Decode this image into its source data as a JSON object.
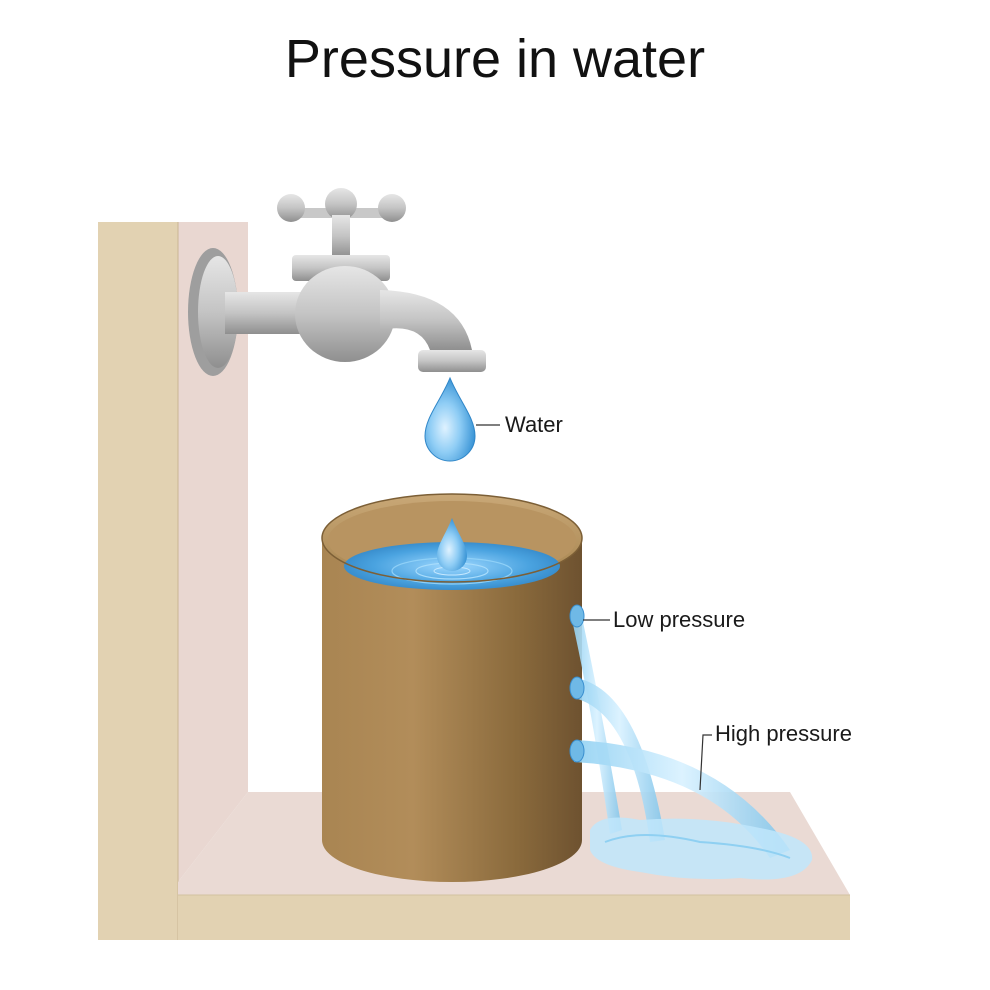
{
  "title": "Pressure in water",
  "labels": {
    "water": "Water",
    "low_pressure": "Low pressure",
    "high_pressure": "High pressure"
  },
  "colors": {
    "wall_front": "#e2d2b2",
    "wall_side": "#e8d6d0",
    "shelf_top": "#e9d8d2",
    "shelf_front": "#e3d3b3",
    "can_body": "#9b7a4a",
    "water": "#4aa3e0",
    "faucet": "#b8b8b8"
  },
  "icons": [
    "faucet-icon",
    "water-drop-icon",
    "water-can-icon",
    "water-jet-icon"
  ]
}
